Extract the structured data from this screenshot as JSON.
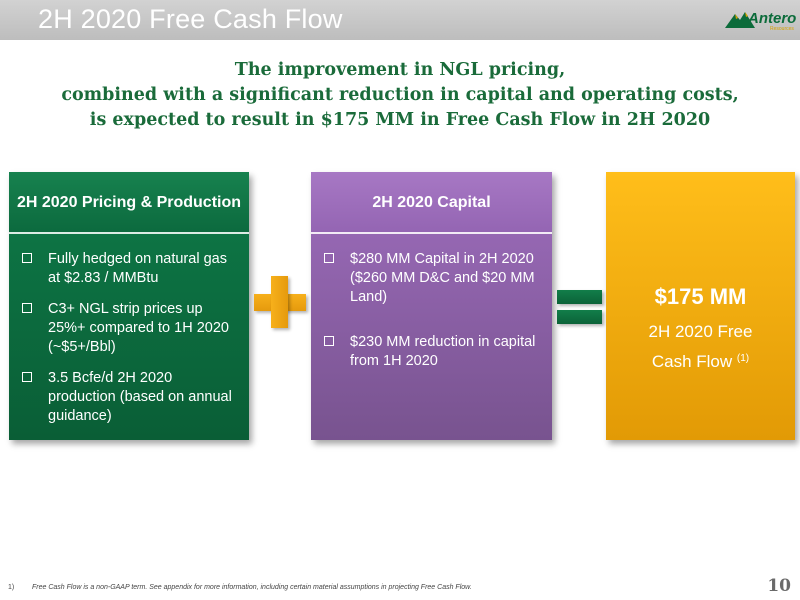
{
  "slide": {
    "title": "2H 2020 Free Cash Flow",
    "logo_text": "Antero",
    "logo_subtext": "Resources",
    "headline": [
      "The improvement in NGL pricing,",
      "combined with a significant reduction in capital and operating costs,",
      "is expected to result in $175 MM in Free Cash Flow in 2H 2020"
    ],
    "pricing_box": {
      "header": "2H 2020 Pricing & Production",
      "bullets": [
        "Fully hedged on natural gas at $2.83 / MMBtu",
        "C3+ NGL strip prices up 25%+ compared to 1H 2020 (~$5+/Bbl)",
        "3.5 Bcfe/d 2H 2020 production (based on annual guidance)"
      ]
    },
    "capital_box": {
      "header": "2H 2020 Capital",
      "bullets": [
        "$280 MM Capital in 2H 2020 ($260 MM D&C and $20 MM Land)",
        "$230 MM reduction in capital from 1H 2020"
      ]
    },
    "result_box": {
      "value": "$175 MM",
      "label_line1": "2H 2020 Free",
      "label_line2": "Cash Flow",
      "footnote_ref": "(1)"
    },
    "footnote": {
      "number": "1)",
      "text": "Free Cash Flow is a non-GAAP term. See appendix for more information, including certain material assumptions in projecting Free Cash Flow."
    },
    "page_number": "10"
  },
  "colors": {
    "green": "#0e7a48",
    "purple": "#9e6dbd",
    "orange": "#ffbe1a",
    "headline": "#1a6b3a"
  }
}
